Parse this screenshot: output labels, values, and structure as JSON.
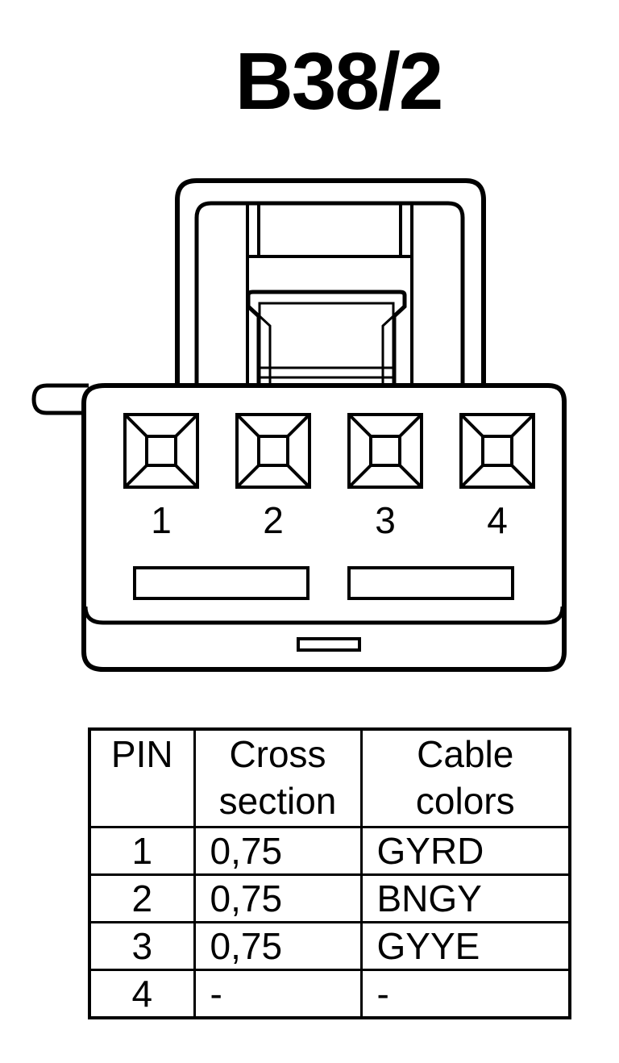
{
  "title": "B38/2",
  "connector": {
    "pins": [
      "1",
      "2",
      "3",
      "4"
    ]
  },
  "table": {
    "headers": {
      "pin": "PIN",
      "cross_line1": "Cross",
      "cross_line2": "section",
      "color_line1": "Cable",
      "color_line2": "colors"
    },
    "rows": [
      {
        "pin": "1",
        "cross": "0,75",
        "color": "GYRD"
      },
      {
        "pin": "2",
        "cross": "0,75",
        "color": "BNGY"
      },
      {
        "pin": "3",
        "cross": "0,75",
        "color": "GYYE"
      },
      {
        "pin": "4",
        "cross": "-",
        "color": "-"
      }
    ]
  }
}
